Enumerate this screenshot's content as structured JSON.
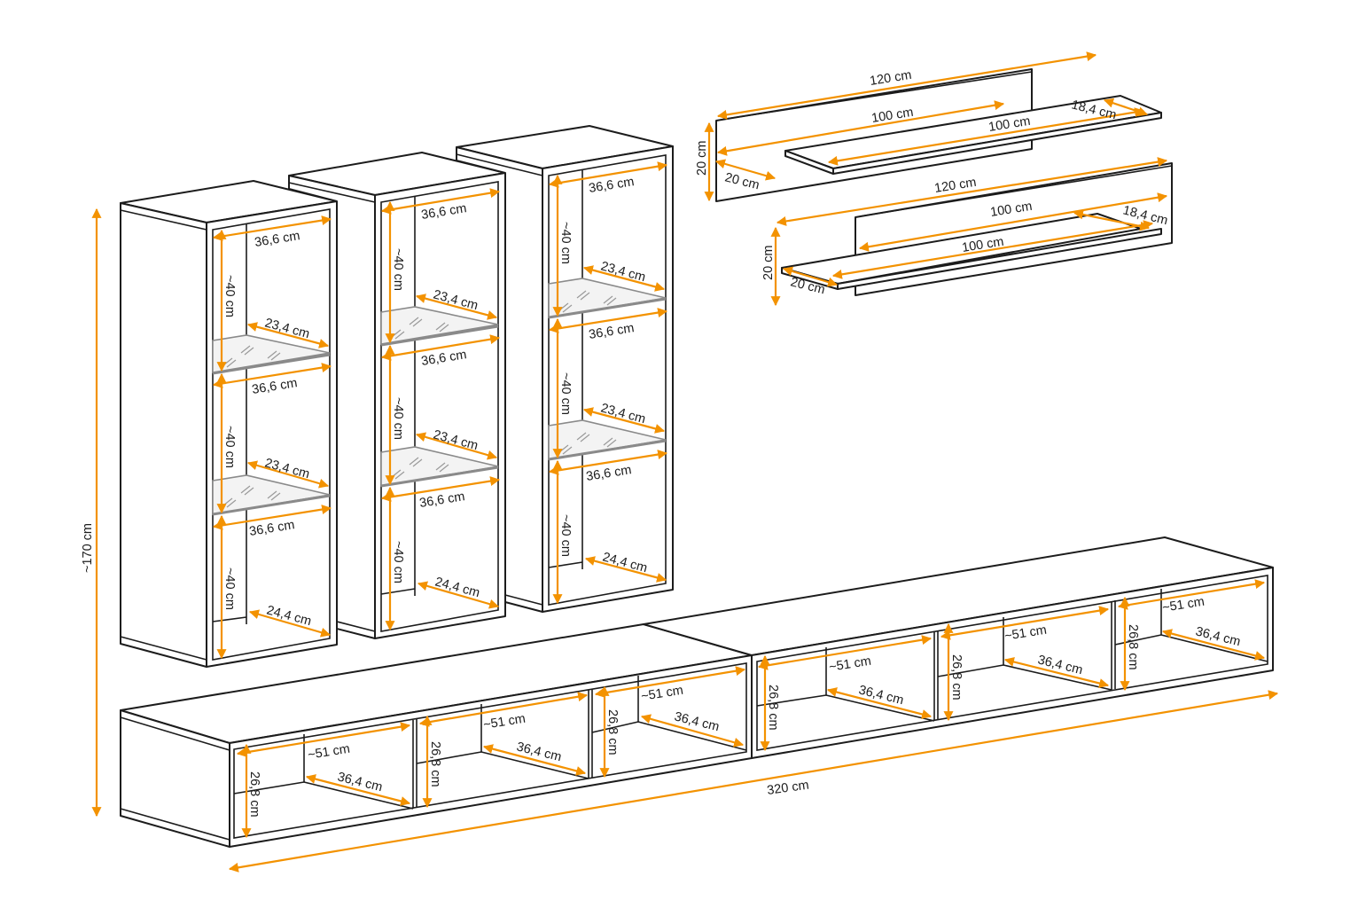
{
  "title": "Wall unit furniture set dimensions",
  "colors": {
    "dimension_line": "#f39200",
    "outline": "#1c1c1c",
    "glass": "#8a8a8a"
  },
  "overall": {
    "height": "~170 cm",
    "width": "320 cm"
  },
  "display_cabinets": [
    {
      "name": "cabinet-1",
      "labels": {
        "top_width": "36,6 cm",
        "comp_height_1": "~40 cm",
        "shelf_1_depth": "23,4 cm",
        "shelf_1_width": "36,6 cm",
        "comp_height_2": "~40 cm",
        "shelf_2_depth": "23,4 cm",
        "shelf_2_width": "36,6 cm",
        "comp_height_3": "~40 cm",
        "bottom_depth": "24,4 cm"
      }
    },
    {
      "name": "cabinet-2",
      "labels": {
        "top_width": "36,6 cm",
        "comp_height_1": "~40 cm",
        "shelf_1_depth": "23,4 cm",
        "shelf_1_width": "36,6 cm",
        "comp_height_2": "~40 cm",
        "shelf_2_depth": "23,4 cm",
        "shelf_2_width": "36,6 cm",
        "comp_height_3": "~40 cm",
        "bottom_depth": "24,4 cm"
      }
    },
    {
      "name": "cabinet-3",
      "labels": {
        "top_width": "36,6 cm",
        "comp_height_1": "~40 cm",
        "shelf_1_depth": "23,4 cm",
        "shelf_1_width": "36,6 cm",
        "comp_height_2": "~40 cm",
        "shelf_2_depth": "23,4 cm",
        "shelf_2_width": "36,6 cm",
        "comp_height_3": "~40 cm",
        "bottom_depth": "24,4 cm"
      }
    }
  ],
  "wall_shelves": [
    {
      "name": "shelf-1",
      "labels": {
        "panel_length": "120 cm",
        "shelf_back_length": "100 cm",
        "shelf_front_length": "100 cm",
        "shelf_depth": "18,4 cm",
        "height": "20 cm",
        "depth": "20 cm"
      }
    },
    {
      "name": "shelf-2",
      "labels": {
        "panel_length": "120 cm",
        "shelf_back_length": "100 cm",
        "shelf_front_length": "100 cm",
        "shelf_depth": "18,4 cm",
        "height": "20 cm",
        "depth": "20 cm"
      }
    }
  ],
  "tv_units": [
    {
      "name": "tv-unit-left",
      "compartments": [
        {
          "width": "~51 cm",
          "depth": "36,4 cm",
          "height": "26,8 cm"
        },
        {
          "width": "~51 cm",
          "depth": "36,4 cm",
          "height": "26,8 cm"
        },
        {
          "width": "~51 cm",
          "depth": "36,4 cm",
          "height": "26,8 cm"
        }
      ]
    },
    {
      "name": "tv-unit-right",
      "compartments": [
        {
          "width": "~51 cm",
          "depth": "36,4 cm",
          "height": "26,8 cm"
        },
        {
          "width": "~51 cm",
          "depth": "36,4 cm",
          "height": "26,8 cm"
        },
        {
          "width": "~51 cm",
          "depth": "36,4 cm",
          "height": "26,8 cm"
        }
      ]
    }
  ]
}
